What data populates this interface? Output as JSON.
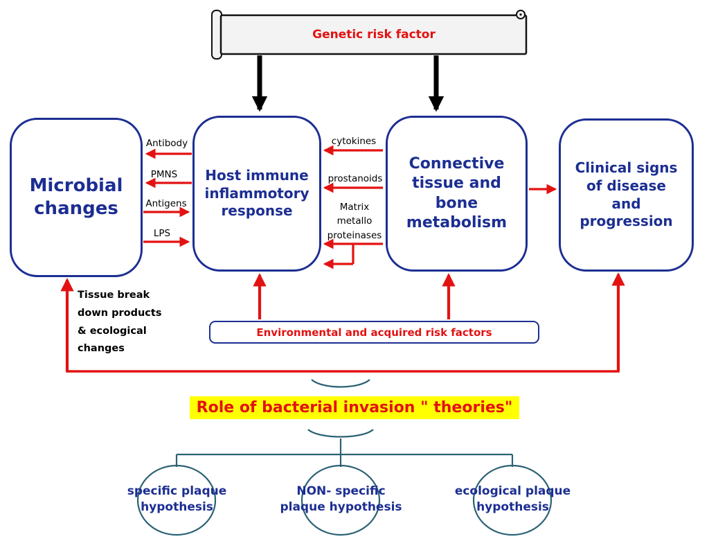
{
  "colors": {
    "deep_blue": "#1c2e92",
    "red": "#e31212",
    "black": "#000000",
    "banner_fill": "#f3f3f3",
    "highlight_yellow": "#ffff00",
    "teal": "#2a6274",
    "background": "#ffffff"
  },
  "banner": {
    "label": "Genetic risk factor"
  },
  "boxes": {
    "microbial": {
      "label": "Microbial changes"
    },
    "host": {
      "label": "Host immune inflammotory response"
    },
    "connective": {
      "label": "Connective tissue and bone metabolism"
    },
    "clinical": {
      "label": "Clinical signs of disease and progression"
    }
  },
  "mediators_left": {
    "antibody": "Antibody",
    "pmns": "PMNS",
    "antigens": "Antigens",
    "lps": "LPS"
  },
  "mediators_right": {
    "cytokines": "cytokines",
    "prostanoids": "prostanoids",
    "mmp": "Matrix metallo proteinases"
  },
  "side_note": "Tissue break down products & ecological changes",
  "env_box": {
    "label": "Environmental and acquired risk factors"
  },
  "theories": {
    "title": "Role of bacterial invasion \" theories\"",
    "items": [
      {
        "label": "specific plaque hypothesis"
      },
      {
        "label": "NON- specific plaque hypothesis"
      },
      {
        "label": "ecological plaque hypothesis"
      }
    ]
  }
}
